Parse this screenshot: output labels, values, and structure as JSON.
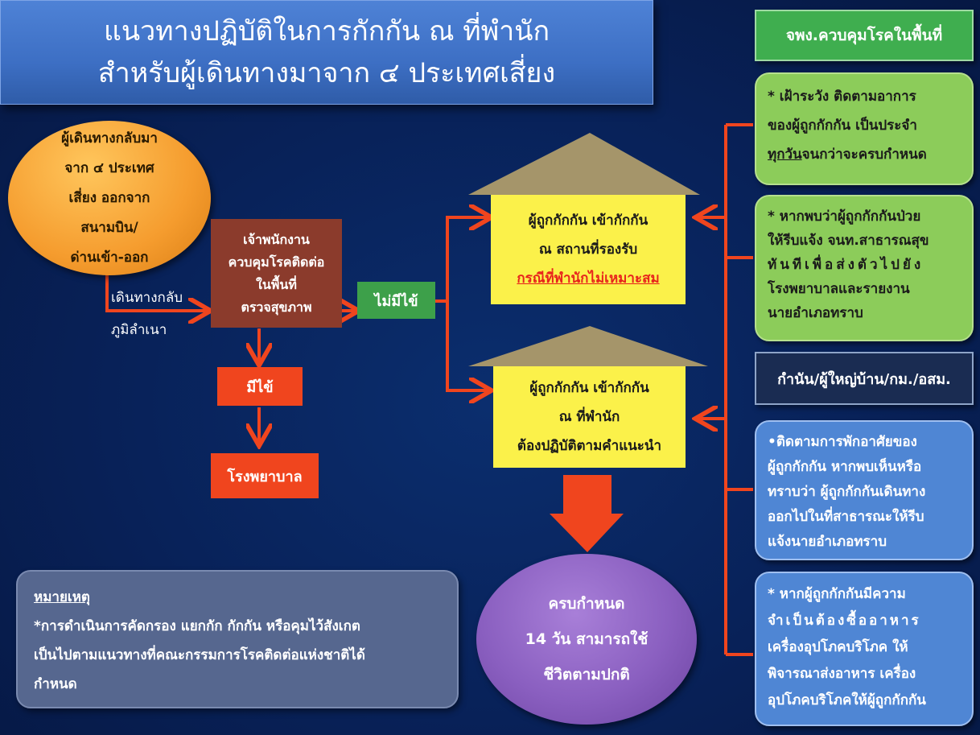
{
  "title": {
    "line1": "แนวทางปฏิบัติในการกักกัน ณ ที่พำนัก",
    "line2": "สำหรับผู้เดินทางมาจาก ๔ ประเทศเสี่ยง"
  },
  "traveler": {
    "lines": [
      "ผู้เดินทางกลับมา",
      "จาก ๔ ประเทศ",
      "เสี่ยง ออกจาก",
      "สนามบิน/",
      "ด่านเข้า-ออก"
    ]
  },
  "travel_home": {
    "line1": "เดินทางกลับ",
    "line2": "ภูมิลำเนา"
  },
  "officer": {
    "lines": [
      "เจ้าพนักงาน",
      "ควบคุมโรคติดต่อ",
      "ในพื้นที่",
      "ตรวจสุขภาพ"
    ]
  },
  "no_fever": "ไม่มีไข้",
  "fever": "มีไข้",
  "hospital": "โรงพยาบาล",
  "quarantine_site": {
    "line1": "ผู้ถูกกักกัน เข้ากักกัน",
    "line2": "ณ สถานที่รองรับ",
    "line3": "กรณีที่พำนักไม่เหมาะสม"
  },
  "quarantine_home": {
    "line1": "ผู้ถูกกักกัน เข้ากักกัน",
    "line2": "ณ ที่พำนัก",
    "line3": "ต้องปฏิบัติตามคำแนะนำ"
  },
  "completion": {
    "line1": "ครบกำหนด",
    "line2": "14 วัน สามารถใช้",
    "line3": "ชีวิตตามปกติ"
  },
  "remark": {
    "heading": "หมายเหตุ",
    "line1": "*การดำเนินการคัดกรอง แยกกัก กักกัน หรือคุมไว้สังเกต",
    "line2": "เป็นไปตามแนวทางที่คณะกรรมการโรคติดต่อแห่งชาติได้",
    "line3": "กำหนด"
  },
  "right_panel": {
    "header_official": "จพง.ควบคุมโรคในพื้นที่",
    "note1": {
      "line1": "* เฝ้าระวัง ติดตามอาการ",
      "line2": "ของผู้ถูกกักกัน เป็นประจำ",
      "line3_u": "ทุกวัน",
      "line3_rest": "จนกว่าจะครบกำหนด"
    },
    "note2": {
      "line1": "* หากพบว่าผู้ถูกกักกันป่วย",
      "line2": "ให้รีบแจ้ง จนท.สาธารณสุข",
      "line3": "ทันทีเพื่อส่งตัวไปยัง",
      "line4": "โรงพยาบาลและรายงาน",
      "line5": "นายอำเภอทราบ"
    },
    "header_village": "กำนัน/ผู้ใหญ่บ้าน/กม./อสม.",
    "note3": {
      "line1": "•ติดตามการพักอาศัยของ",
      "line2": "ผู้ถูกกักกัน หากพบเห็นหรือ",
      "line3": "ทราบว่า ผู้ถูกกักกันเดินทาง",
      "line4": "ออกไปในที่สาธารณะให้รีบ",
      "line5": "แจ้งนายอำเภอทราบ"
    },
    "note4": {
      "line1": "* หากผู้ถูกกักกันมีความ",
      "line2": "จำเป็นต้องซื้ออาหาร",
      "line3": "เครื่องอุปโภคบริโภค ให้",
      "line4": "พิจารณาส่งอาหาร เครื่อง",
      "line5": "อุปโภคบริโภคให้ผู้ถูกกักกัน"
    }
  },
  "colors": {
    "arrow": "#f0451e",
    "house_fill": "#fbf14a",
    "roof": "#a5956a"
  }
}
